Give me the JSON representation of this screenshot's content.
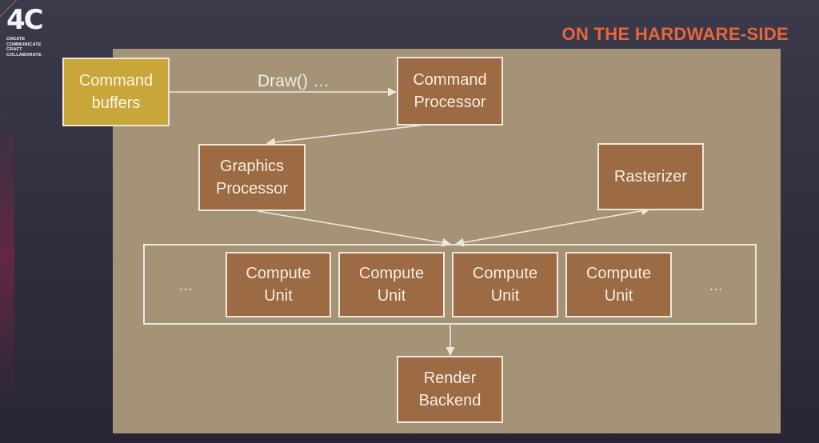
{
  "logo": {
    "mark": "4C",
    "words": [
      "CREATE",
      "COMMUNICATE",
      "CRAFT",
      "COLLABORATE"
    ]
  },
  "slide": {
    "title": "ON THE HARDWARE-SIDE"
  },
  "diagram": {
    "nodes": {
      "command_buffers": "Command\nbuffers",
      "command_processor": "Command\nProcessor",
      "graphics_processor": "Graphics\nProcessor",
      "rasterizer": "Rasterizer",
      "compute_units": [
        "Compute\nUnit",
        "Compute\nUnit",
        "Compute\nUnit",
        "Compute\nUnit"
      ],
      "render_backend": "Render\nBackend"
    },
    "ellipsis_left": "…",
    "ellipsis_right": "…",
    "edge_label_draw": "Draw() …"
  },
  "colors": {
    "background": "#2f2d3d",
    "panel": "#a59378",
    "node_fill": "#9c6a43",
    "command_buffer_fill": "#c9a63a",
    "title_accent": "#e8663a",
    "line": "#efe6da"
  }
}
